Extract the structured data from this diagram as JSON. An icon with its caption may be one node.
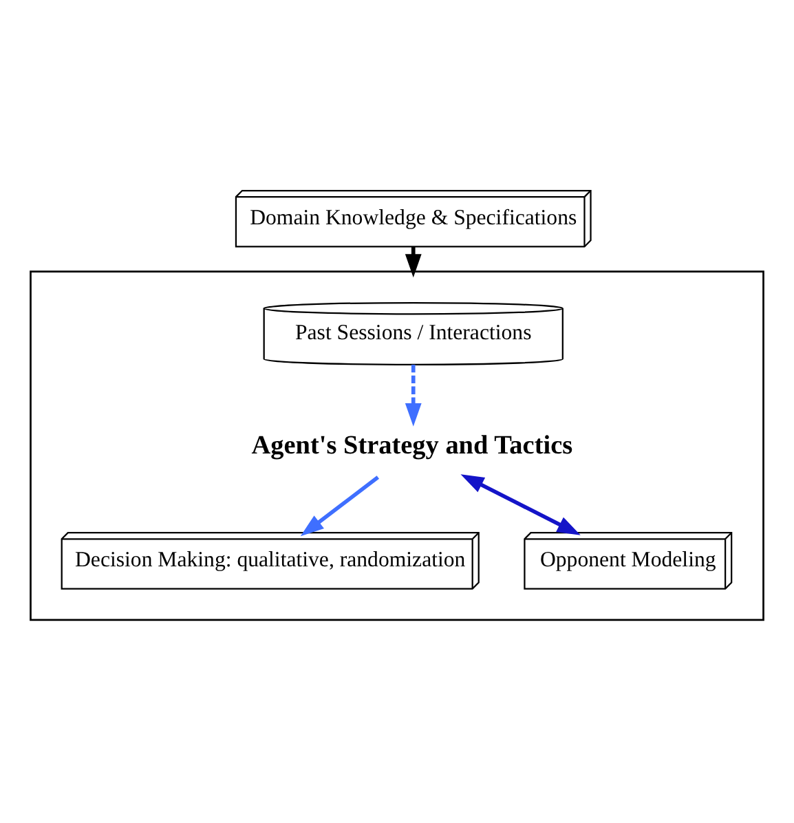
{
  "diagram": {
    "nodes": [
      {
        "text": [
          "Domain Knowledge & Specifications"
        ]
      },
      {
        "text": [],
        "shape": "box"
      },
      {
        "text": [
          "Past Sessions / Interactions"
        ],
        "in": 1
      },
      {
        "text": [
          "Agent's Strategy and Tactics"
        ],
        "in": 1
      },
      {
        "text": [
          "Decision Making: qualitative, randomization"
        ],
        "in": 1
      },
      {
        "text": [
          "Opponent Modeling"
        ],
        "in": 1
      }
    ],
    "edges": [
      {
        "from": 0,
        "to": 1,
        "arrow": "to",
        "color": "#000000"
      },
      {
        "from": 2,
        "to": 3,
        "arrow": "to",
        "style": "dashed",
        "color": "#3f6fff"
      },
      {
        "from": 3,
        "to": 4,
        "arrow": "to",
        "color": "#3f6fff"
      },
      {
        "from": 3,
        "to": 5,
        "arrow": "both",
        "color": "#1414c8"
      }
    ]
  }
}
